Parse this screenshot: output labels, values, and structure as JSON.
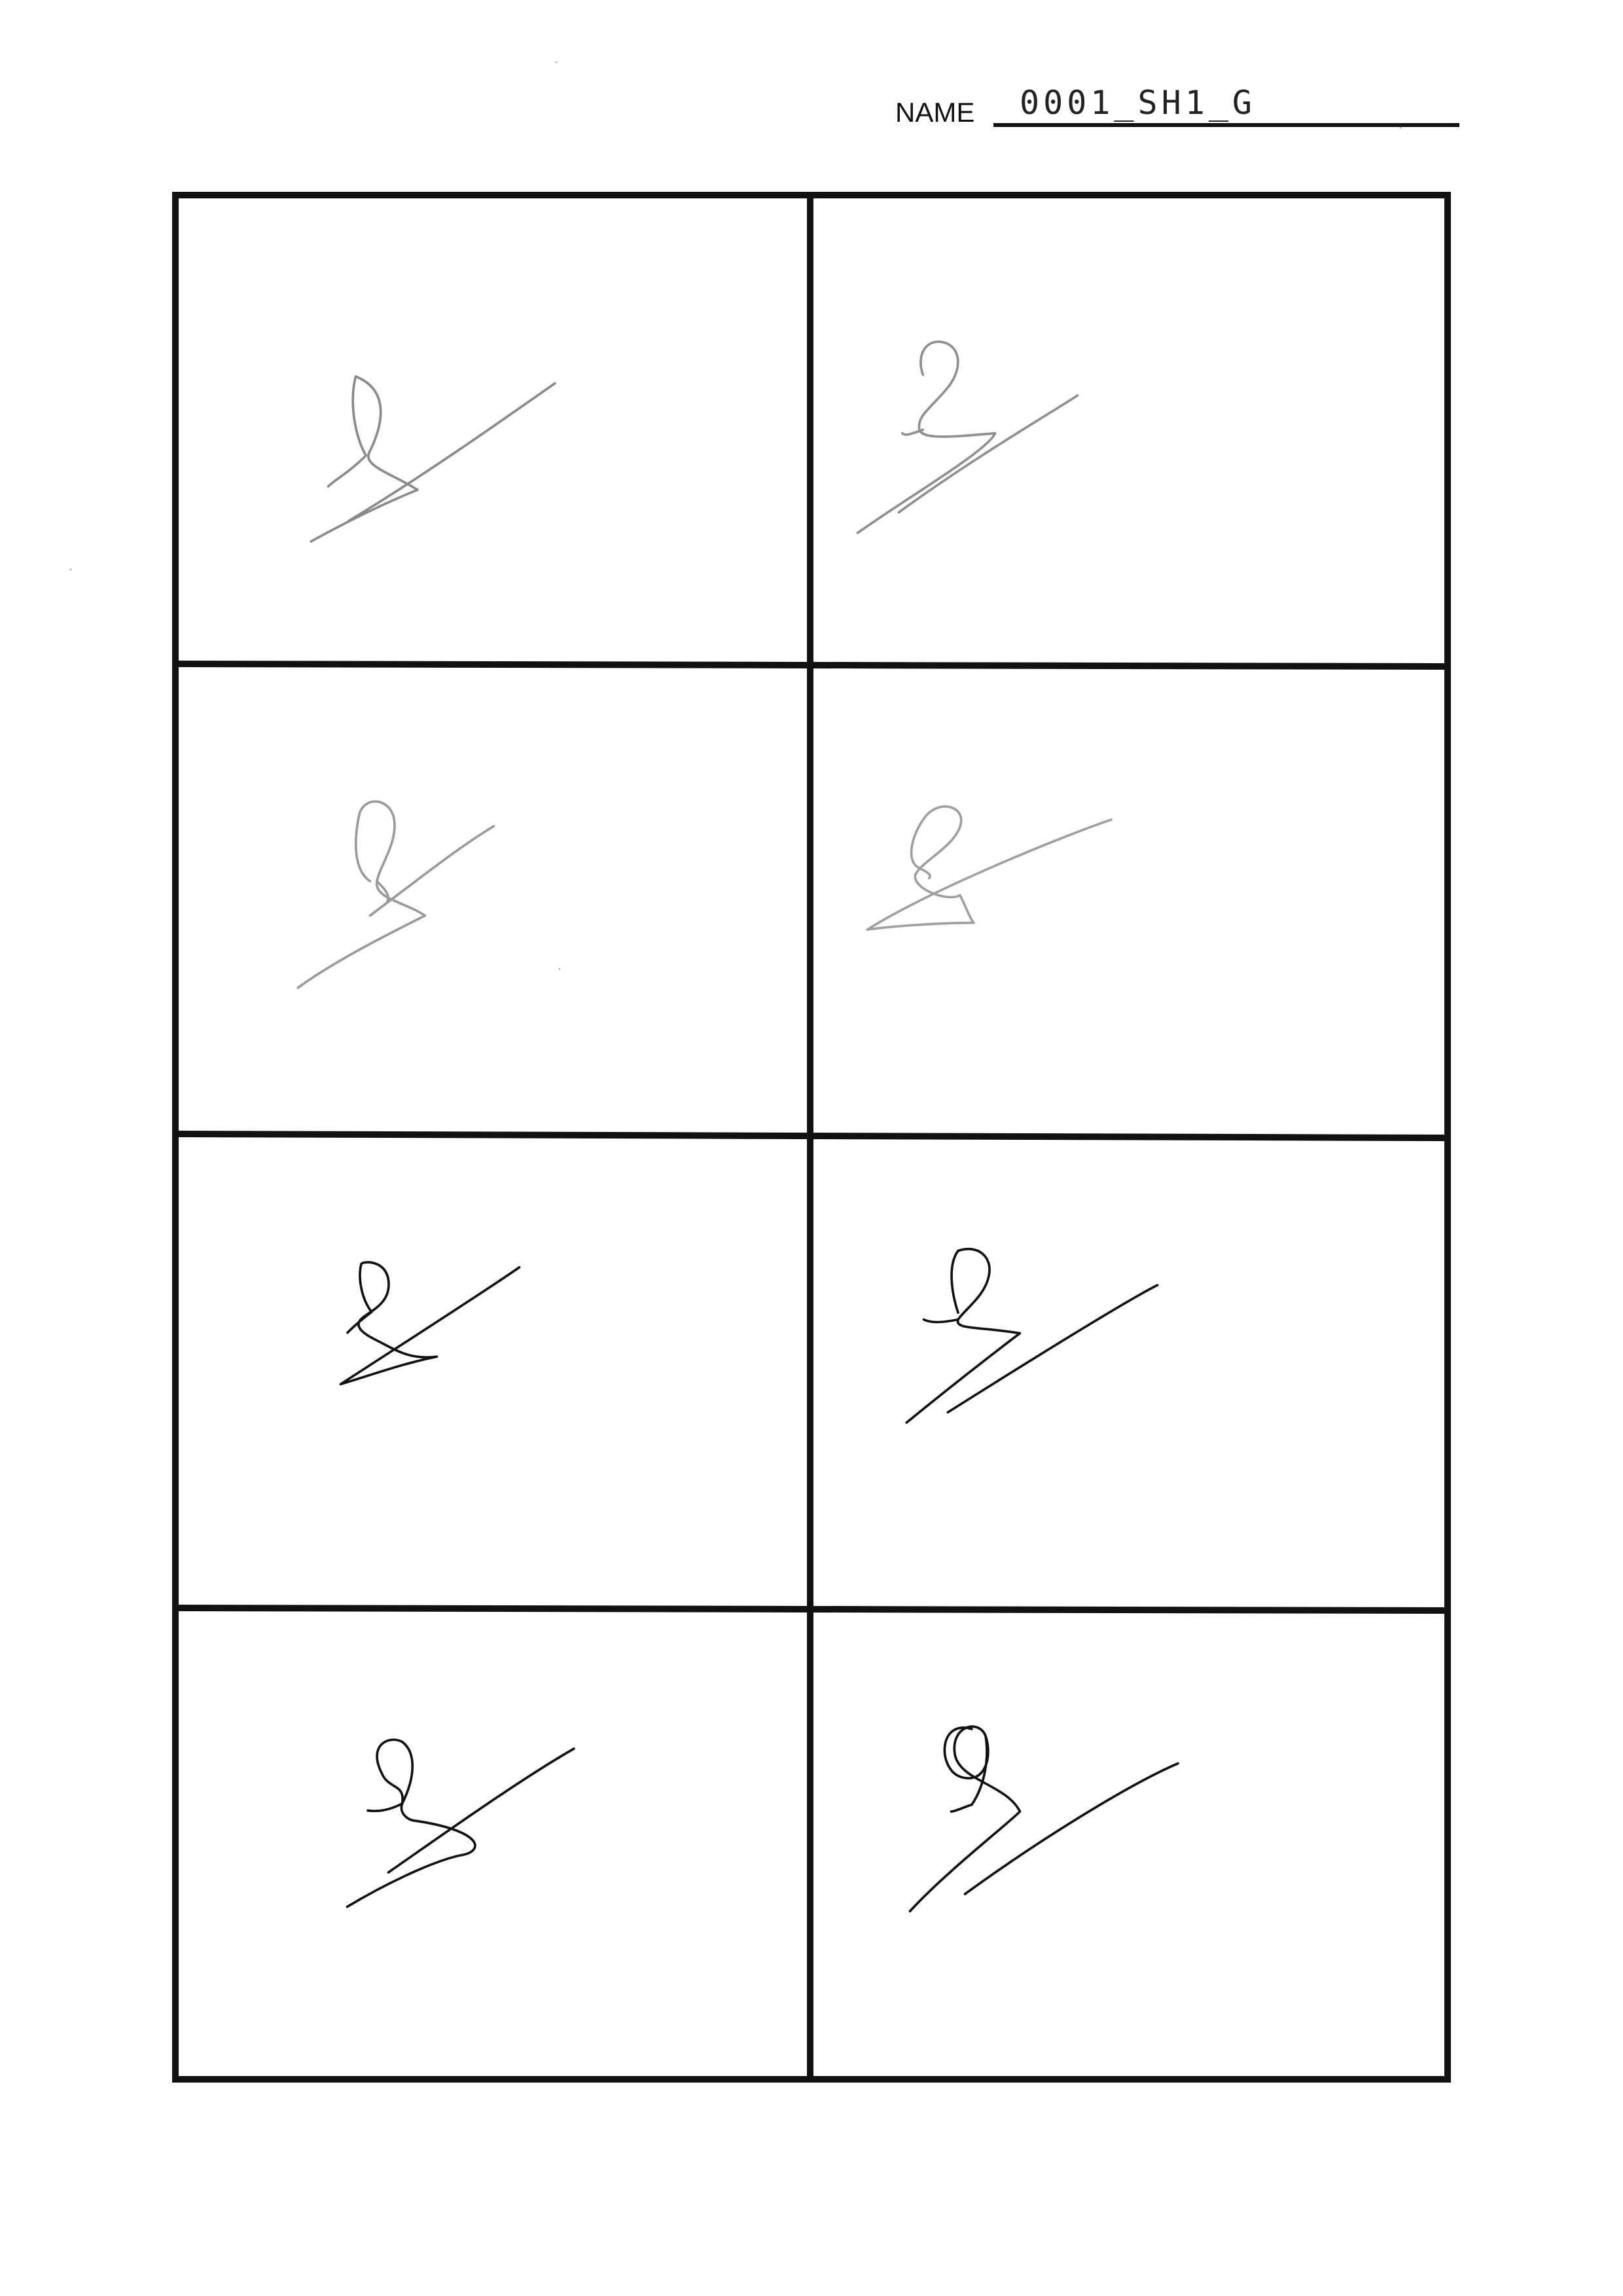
{
  "header": {
    "name_label": "NAME",
    "name_value": "0001_SH1_G"
  },
  "signature_grid": {
    "rows": 4,
    "columns": 2,
    "cells": [
      {
        "position": "row-1-left",
        "ink": "#8a8a8a"
      },
      {
        "position": "row-1-right",
        "ink": "#8f8f8f"
      },
      {
        "position": "row-2-left",
        "ink": "#9a9a9a"
      },
      {
        "position": "row-2-right",
        "ink": "#a0a0a0"
      },
      {
        "position": "row-3-left",
        "ink": "#111111"
      },
      {
        "position": "row-3-right",
        "ink": "#111111"
      },
      {
        "position": "row-4-left",
        "ink": "#111111"
      },
      {
        "position": "row-4-right",
        "ink": "#111111"
      }
    ],
    "border_color": "#111111"
  }
}
